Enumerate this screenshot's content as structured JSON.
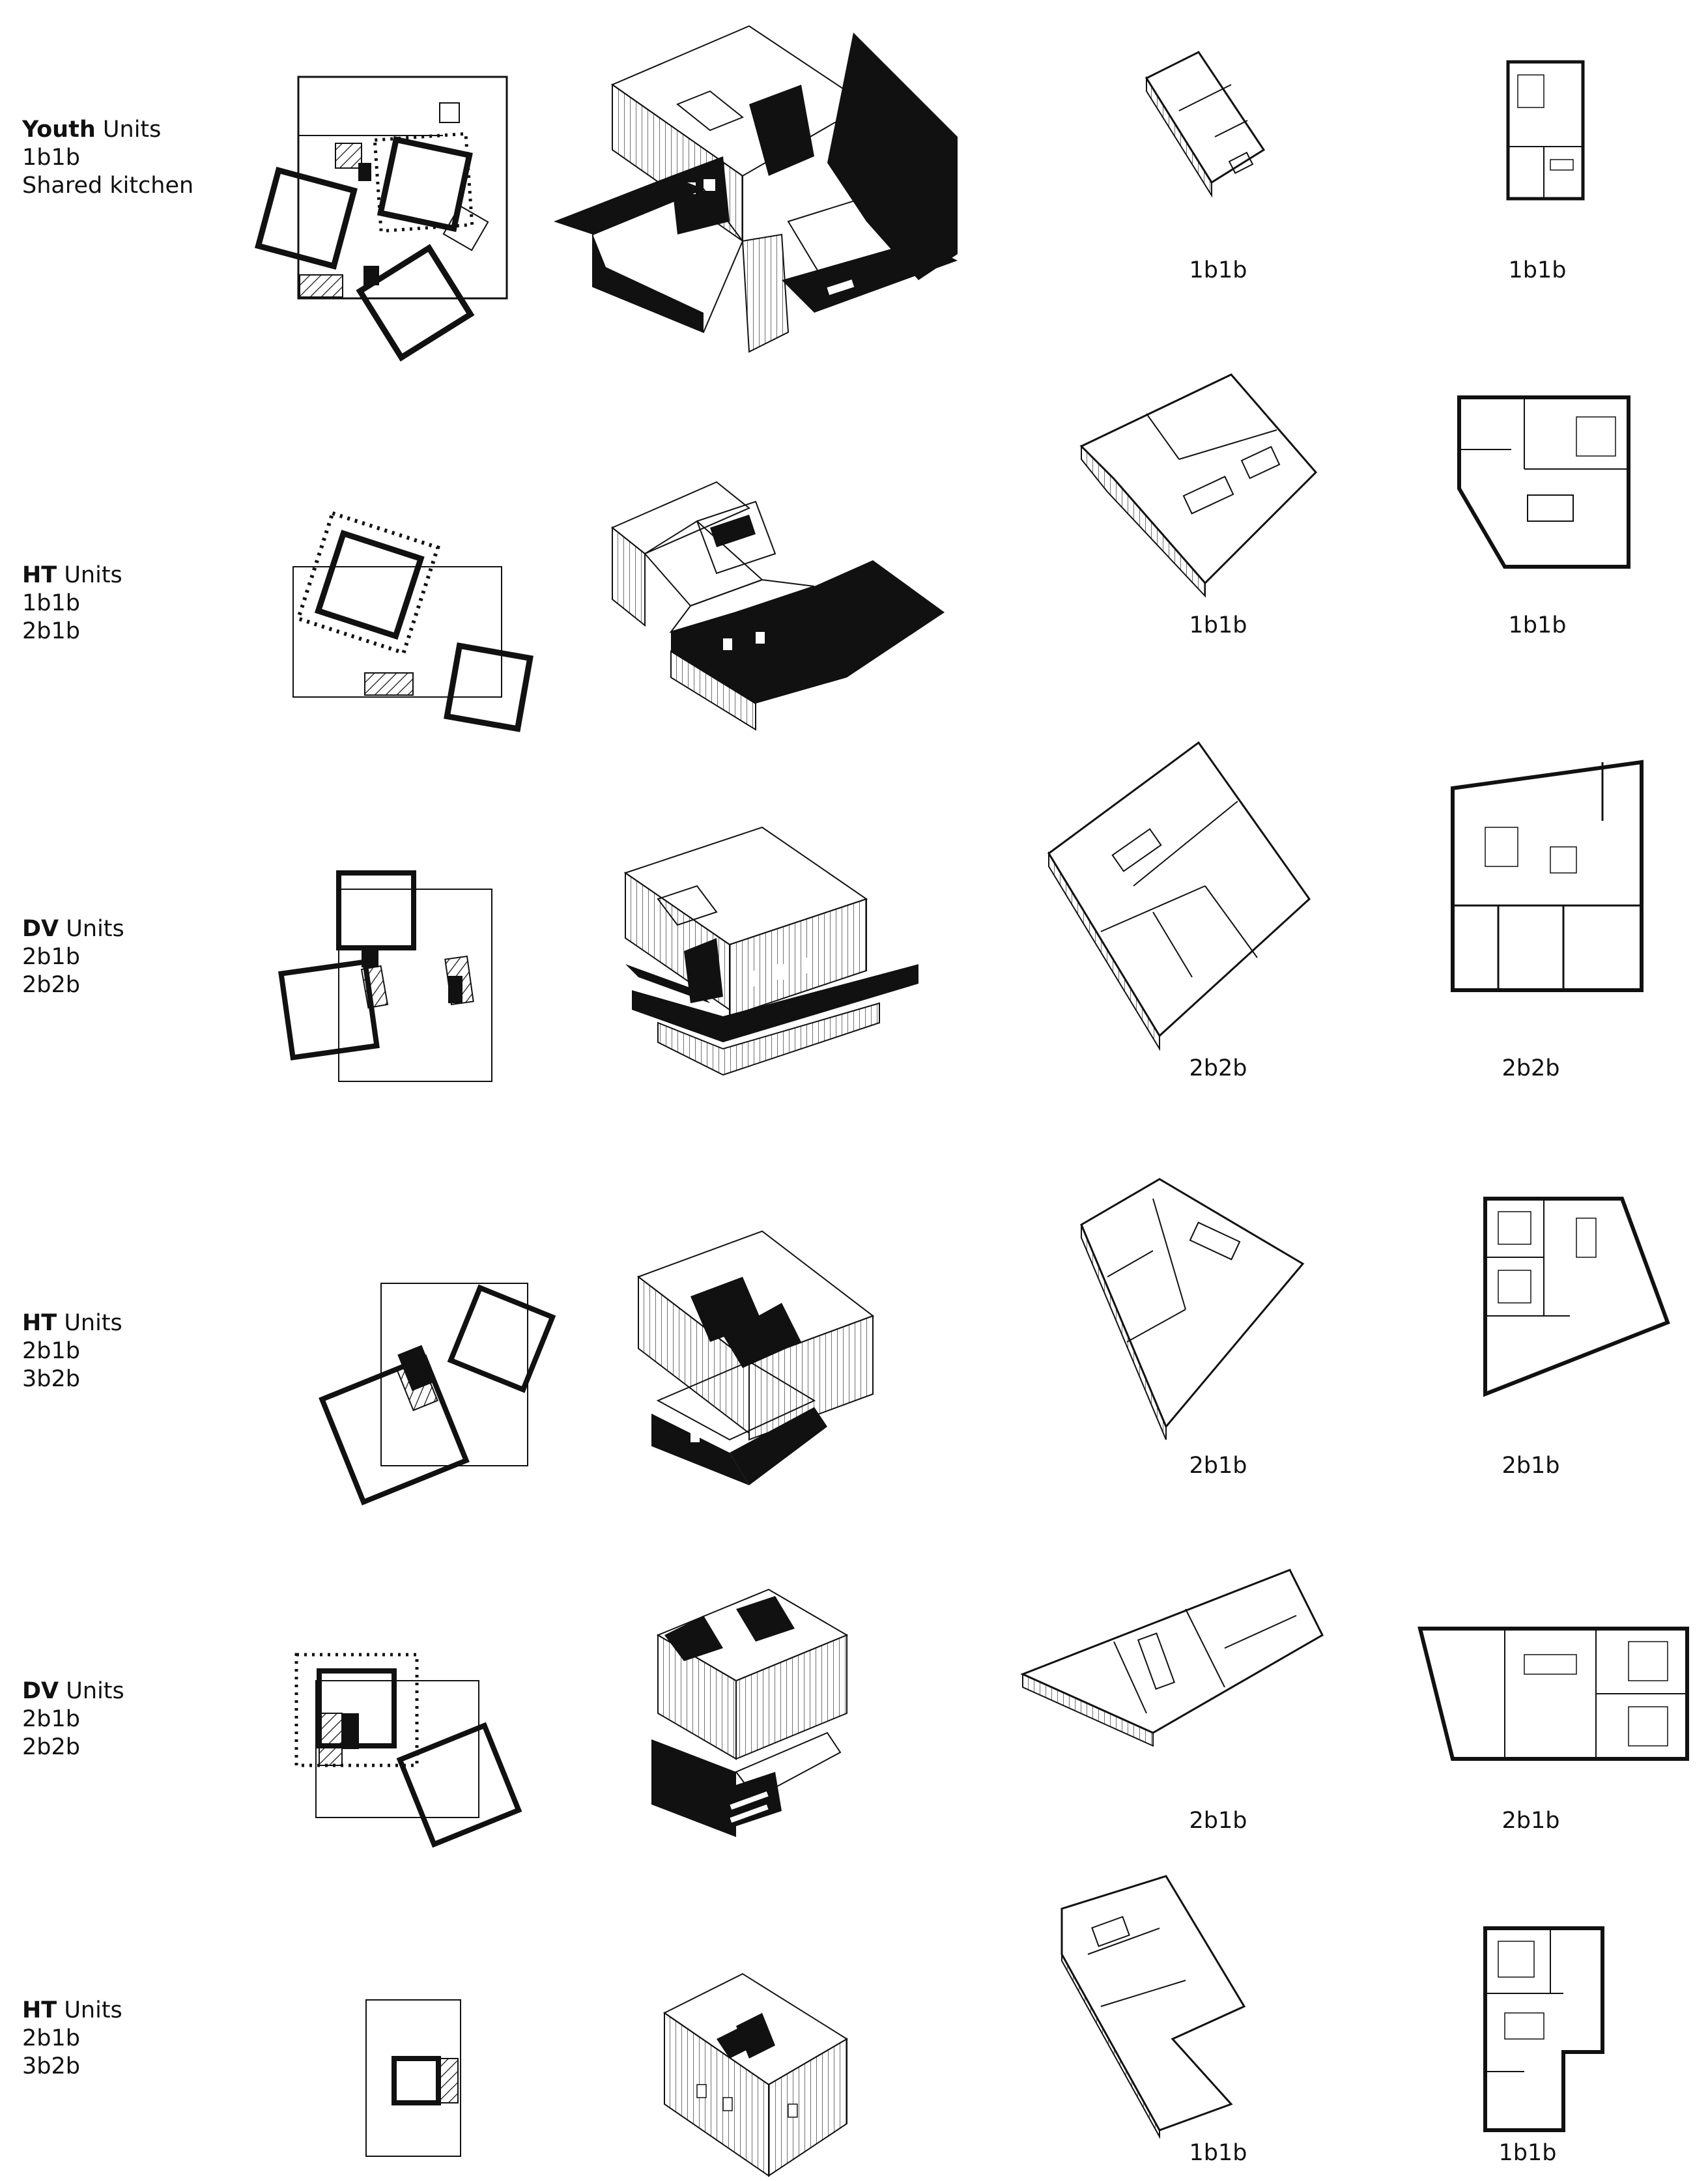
{
  "rows": [
    {
      "category": "Youth",
      "suffix": "Units",
      "lines": [
        "1b1b",
        "Shared kitchen"
      ],
      "iso_plan_label": "1b1b",
      "flat_plan_label": "1b1b"
    },
    {
      "category": "HT",
      "suffix": "Units",
      "lines": [
        "1b1b",
        "2b1b"
      ],
      "iso_plan_label": "1b1b",
      "flat_plan_label": "1b1b"
    },
    {
      "category": "DV",
      "suffix": "Units",
      "lines": [
        "2b1b",
        "2b2b"
      ],
      "iso_plan_label": "2b2b",
      "flat_plan_label": "2b2b"
    },
    {
      "category": "HT",
      "suffix": "Units",
      "lines": [
        "2b1b",
        "3b2b"
      ],
      "iso_plan_label": "2b1b",
      "flat_plan_label": "2b1b"
    },
    {
      "category": "DV",
      "suffix": "Units",
      "lines": [
        "2b1b",
        "2b2b"
      ],
      "iso_plan_label": "2b1b",
      "flat_plan_label": "2b1b"
    },
    {
      "category": "HT",
      "suffix": "Units",
      "lines": [
        "2b1b",
        "3b2b"
      ],
      "iso_plan_label": "1b1b",
      "flat_plan_label": "1b1b"
    }
  ],
  "icons": {
    "massing": "massing-diagram-icon",
    "axon": "axonometric-building-icon",
    "iso_plan": "isometric-unit-plan-icon",
    "flat_plan": "floor-plan-icon"
  },
  "colors": {
    "ink": "#111111",
    "background": "#ffffff"
  }
}
